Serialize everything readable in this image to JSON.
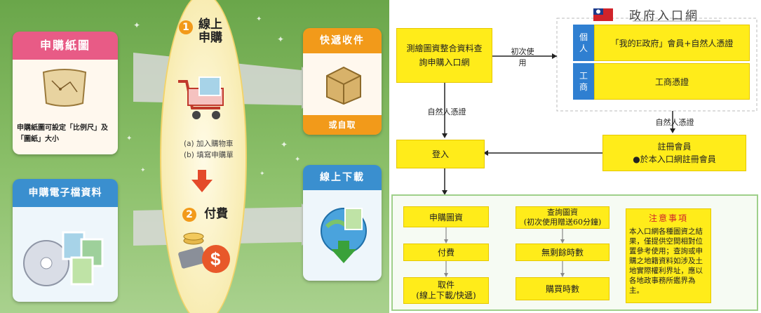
{
  "left": {
    "buy_paper_title": "申購紙圖",
    "buy_paper_note": "申購紙圖可設定「比例尺」及「圖紙」大小",
    "buy_digital_title": "申購電子檔資料",
    "step1_num": "1",
    "step1_title": "線上申購",
    "step1_a": "(a) 加入購物車",
    "step1_b": "(b) 填寫申購單",
    "step2_num": "2",
    "step2_title": "付費",
    "delivery_title": "快遞收件",
    "delivery_or": "或自取",
    "download_title": "線上下載",
    "colors": {
      "orange": "#f29a1a",
      "pink": "#e85b86",
      "blue": "#3a8fcf"
    }
  },
  "right": {
    "portal_title": "政府入口網",
    "main_box": "測繪圖資整合資料查詢申購入口網",
    "first_use": "初次使用",
    "personal_label": "個人",
    "personal_text": "「我的E政府」會員+自然人憑證",
    "business_label": "工商",
    "business_text": "工商憑證",
    "natural_cert_left": "自然人憑證",
    "natural_cert_right": "自然人憑證",
    "login": "登入",
    "register_line1": "註冊會員",
    "register_line2": "●於本入口網註冊會員",
    "buy_data": "申購圖資",
    "pay": "付費",
    "pickup": "取件\n(線上下載/快遞)",
    "query_data": "查詢圖資\n(初次使用贈送60分鐘)",
    "unlimited": "無剩餘時數",
    "buy_time": "購買時數",
    "notice_title": "注意事項",
    "notice_text": "本入口網各種圖資之結果，僅提供空間相對位置參考使用；查詢或申購之地籍資料如涉及土地實際權利界址，應以各地政事務所鑑界為主。"
  }
}
